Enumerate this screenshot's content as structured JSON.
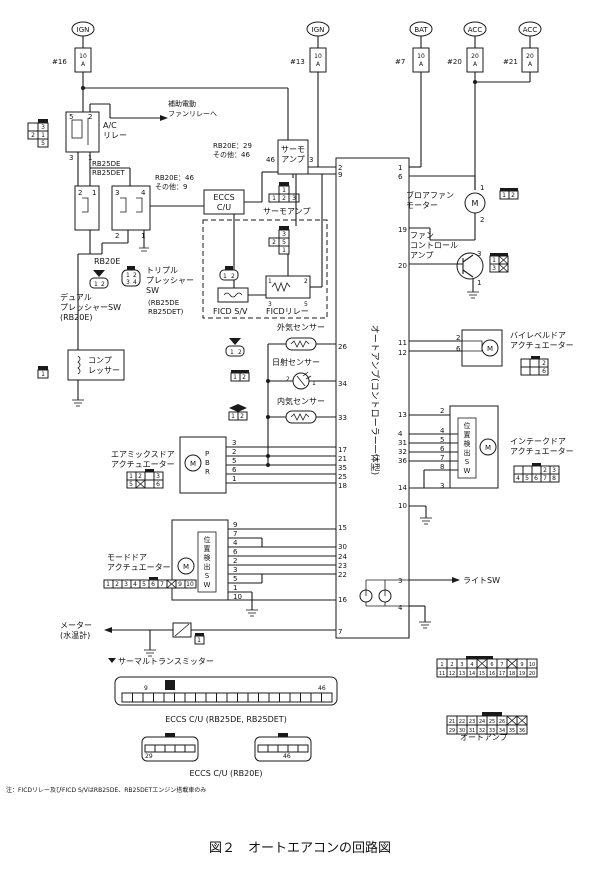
{
  "power_labels": [
    "IGN",
    "IGN",
    "BAT",
    "ACC",
    "ACC"
  ],
  "fuse_ids": [
    "#16",
    "#13",
    "#7",
    "#20",
    "#21"
  ],
  "fuse_ratings": [
    "10\nA",
    "10\nA",
    "10\nA",
    "20\nA",
    "20\nA"
  ],
  "labels": {
    "ac_relay": "A/C\nリレー",
    "fan_relay": "補助電動\nファンリレーへ",
    "rb25de": "RB25DE\nRB25DET",
    "rb20e": "RB20E",
    "rb20e_46": "RB20E：46\nその他：9",
    "rb20e_29": "RB20E：29\nその他：46",
    "thermo_amp": "サーモ\nアンプ",
    "thermo_amp2": "サーモアンプ",
    "eccs_cu": "ECCS\nC/U",
    "blower_motor": "ブロアファン\nモーター",
    "fan_control_amp": "ファン\nコントロール\nアンプ",
    "triple_sw": "トリプル\nプレッシャー\nSW",
    "triple_sw_engine": "(RB25DE\nRB25DET)",
    "dual_sw": "デュアル\nプレッシャーSW\n(RB20E)",
    "ficd_sv": "FICD S/V",
    "ficd_relay": "FICDリレー",
    "compressor": "コンプ\nレッサー",
    "outside_sensor": "外気センサー",
    "sun_sensor": "日射センサー",
    "inside_sensor": "内気センサー",
    "auto_amp_vertical": "オートアンプ(コントローラー一体型)",
    "bilevel_door": "バイレベルドア\nアクチュエーター",
    "airmix_door": "エアミックスドア\nアクチュエーター",
    "intake_door": "インテークドア\nアクチュエーター",
    "mode_door": "モードドア\nアクチュエーター",
    "pos_detect": "位\n置\n検\n出\nS\nW",
    "pbr": "P\nB\nR",
    "light_sw": "ライトSW",
    "meter": "メーター\n(水温計)",
    "thermal_transmitter": "サーマルトランスミッター",
    "eccs_rb25": "ECCS C/U (RB25DE, RB25DET)",
    "eccs_rb20": "ECCS C/U (RB20E)",
    "auto_amp": "オートアンプ",
    "note": "注：FICDリレー及びFICD S/VはRB25DE、RB25DETエンジン搭載車のみ",
    "caption": "図２　オートエアコンの回路図"
  },
  "auto_amp_pins_left": [
    "2",
    "9",
    "26",
    "34",
    "33",
    "17",
    "21",
    "35",
    "25",
    "18",
    "15",
    "30",
    "24",
    "23",
    "22",
    "16",
    "7"
  ],
  "auto_amp_pins_right": [
    "1",
    "6",
    "19",
    "20",
    "11",
    "12",
    "13",
    "4",
    "31",
    "32",
    "36",
    "14",
    "10",
    "3",
    "4"
  ],
  "pin_numbers": {
    "relay": [
      "5",
      "2",
      "1",
      "3"
    ],
    "sw": [
      "2",
      "1",
      "3",
      "4",
      "2",
      "1"
    ],
    "thermo": [
      "46",
      "3",
      "1"
    ],
    "blower": [
      "1",
      "2"
    ],
    "fan_amp": [
      "3",
      "1",
      "2"
    ],
    "bilevel": [
      "2",
      "6"
    ],
    "airmix": [
      "3",
      "2",
      "5",
      "1"
    ],
    "intake": [
      "2",
      "4",
      "5",
      "6",
      "7",
      "8",
      "3"
    ],
    "mode": [
      "9",
      "7",
      "4",
      "6",
      "2",
      "3",
      "5",
      "1",
      "10"
    ],
    "ficd": [
      "1",
      "2",
      "3",
      "5",
      "2",
      "1"
    ]
  },
  "connector_pins": {
    "small_3_2_1_5": [
      "3",
      "2",
      "1",
      "5"
    ],
    "blower_conn": [
      "1",
      "2"
    ],
    "thermo_conn": [
      "1",
      "2",
      "3"
    ],
    "fan_relay_conn": [
      "3",
      "2",
      "5",
      "1"
    ],
    "tri_conn": [
      "1",
      "2",
      "3",
      "4"
    ],
    "dual_conn": [
      "1",
      "2"
    ],
    "ficd_conn": [
      "1",
      "2"
    ],
    "comp_conn": [
      "1"
    ],
    "sensor_conn": [
      "1",
      "2"
    ],
    "fan_amp_conn": [
      "1",
      "2",
      "3"
    ],
    "bilevel_conn": [
      "2",
      "6"
    ],
    "airmix_conn": [
      "1",
      "2",
      "3",
      "5",
      "6"
    ],
    "intake_conn": [
      "2",
      "3",
      "4",
      "5",
      "6",
      "7",
      "8"
    ],
    "mode_conn": [
      "1",
      "2",
      "3",
      "4",
      "5",
      "6",
      "7",
      "9",
      "10"
    ],
    "meter_conn": [
      "1"
    ],
    "auto_amp_top": [
      "1",
      "2",
      "3",
      "4",
      "6",
      "7",
      "9",
      "10",
      "11",
      "12",
      "13",
      "14",
      "15",
      "16",
      "17",
      "18",
      "19",
      "20"
    ],
    "auto_amp_bottom": [
      "21",
      "22",
      "23",
      "24",
      "25",
      "26",
      "29",
      "30",
      "31",
      "32",
      "33",
      "34",
      "35",
      "36"
    ],
    "eccs_rb25": [
      "9",
      "46"
    ],
    "eccs_rb20": [
      "29",
      "46"
    ]
  }
}
